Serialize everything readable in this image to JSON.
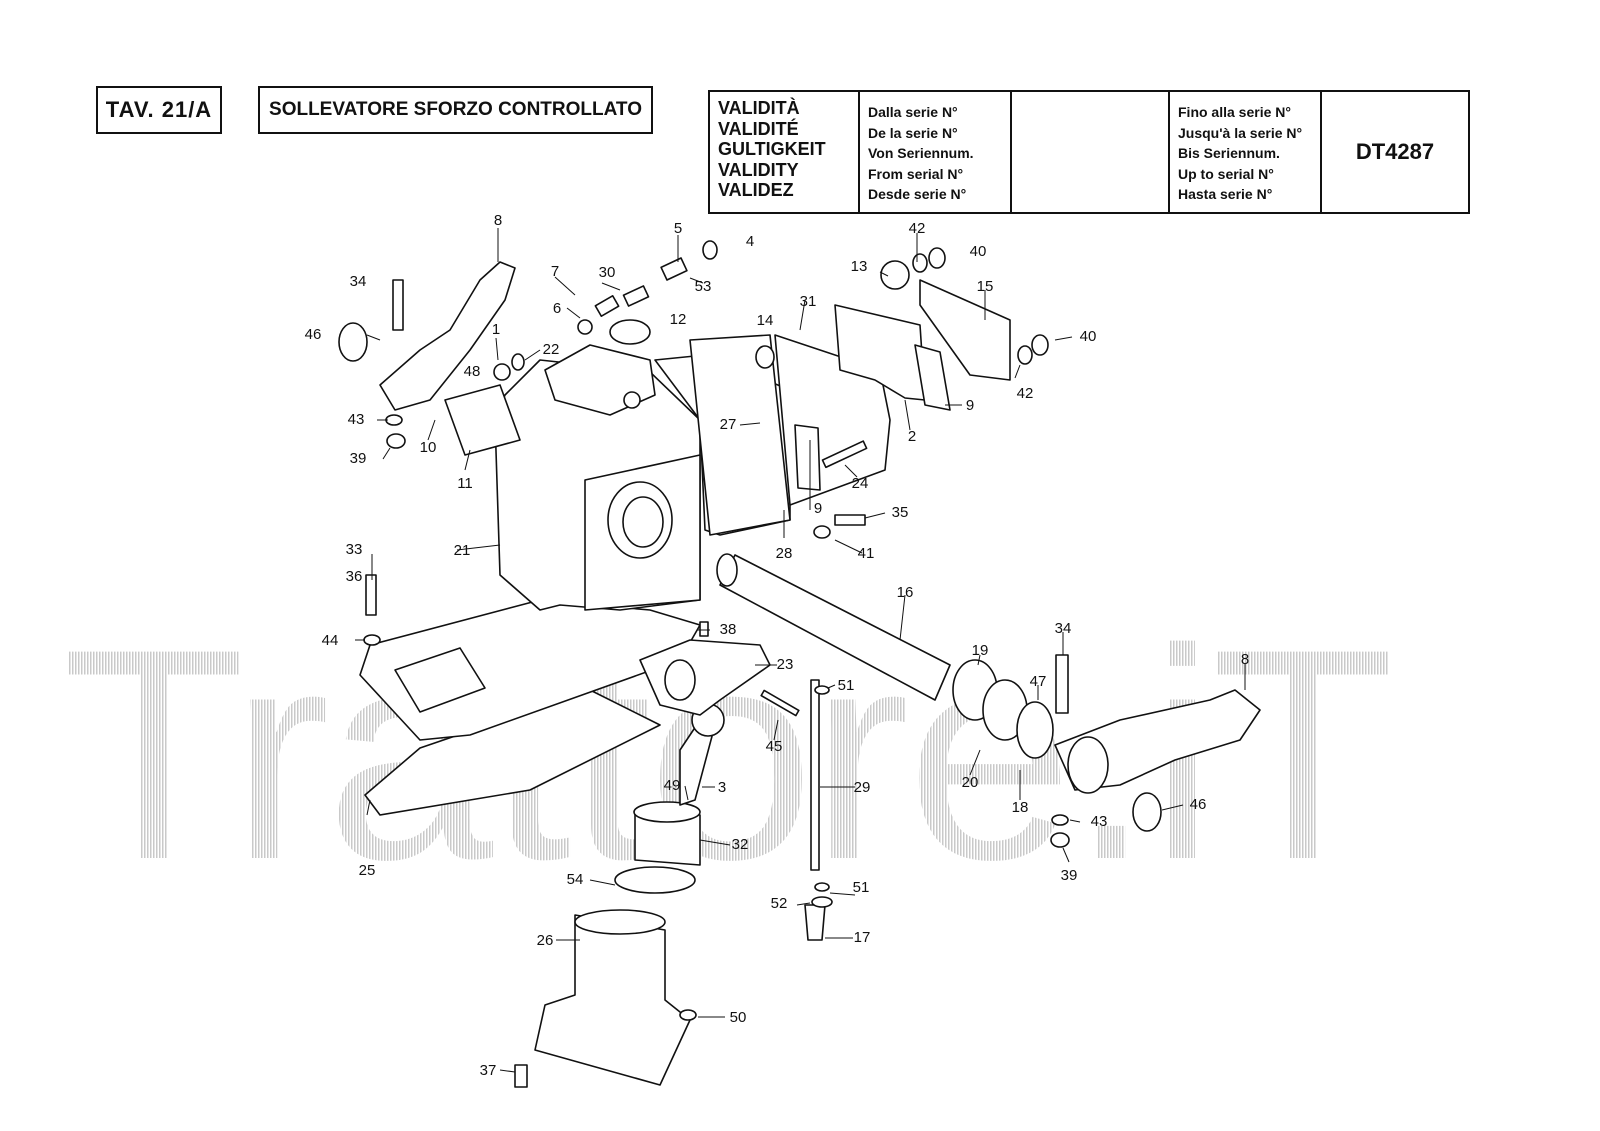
{
  "header": {
    "table_code": "TAV. 21/A",
    "title": "SOLLEVATORE SFORZO CONTROLLATO"
  },
  "validity": {
    "labels": [
      "VALIDITÀ",
      "VALIDITÉ",
      "GULTIGKEIT",
      "VALIDITY",
      "VALIDEZ"
    ],
    "from_labels": [
      "Dalla serie N°",
      "De la serie N°",
      "Von Seriennum.",
      "From serial N°",
      "Desde serie N°"
    ],
    "from_value": "",
    "to_labels": [
      "Fino alla serie N°",
      "Jusqu'à la serie N°",
      "Bis Seriennum.",
      "Up to serial N°",
      "Hasta serie N°"
    ],
    "code": "DT4287"
  },
  "watermark": "Trattore.iT",
  "callouts": [
    "1",
    "2",
    "3",
    "4",
    "5",
    "6",
    "7",
    "8",
    "8",
    "9",
    "9",
    "10",
    "11",
    "12",
    "13",
    "14",
    "15",
    "16",
    "17",
    "18",
    "19",
    "20",
    "21",
    "22",
    "23",
    "24",
    "25",
    "26",
    "27",
    "28",
    "29",
    "30",
    "31",
    "32",
    "33",
    "34",
    "34",
    "35",
    "36",
    "37",
    "38",
    "39",
    "39",
    "40",
    "40",
    "41",
    "42",
    "42",
    "43",
    "43",
    "44",
    "45",
    "46",
    "46",
    "47",
    "48",
    "49",
    "50",
    "51",
    "51",
    "52",
    "53",
    "54"
  ],
  "colors": {
    "ink": "#111111",
    "watermark": "#c8c8c8"
  }
}
